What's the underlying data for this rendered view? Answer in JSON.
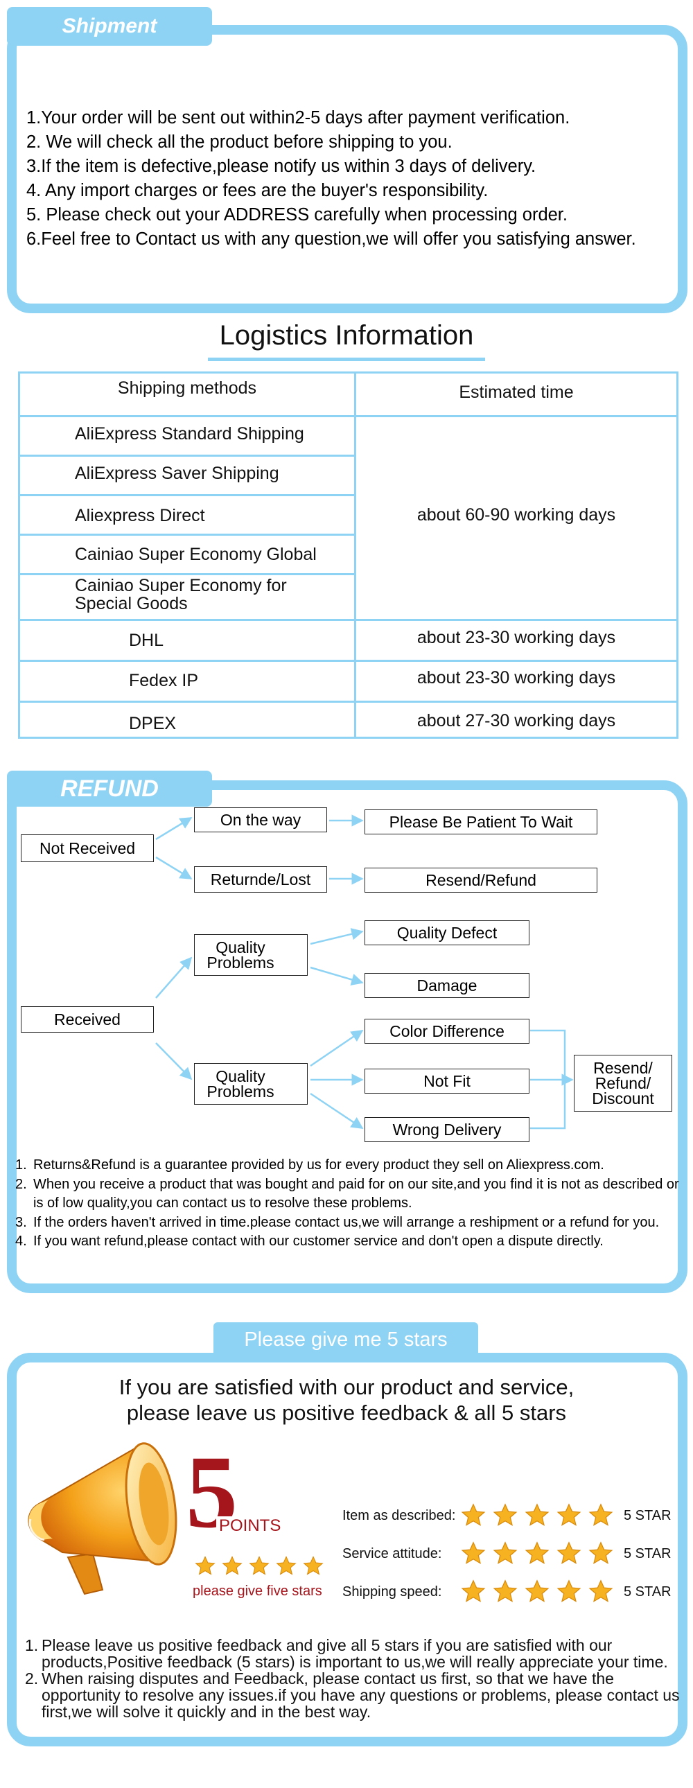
{
  "shipment": {
    "tab_label": "Shipment",
    "lines": [
      "1.Your order will be sent out within2-5 days after payment verification.",
      "2. We will check all the product before shipping to you.",
      "3.If the item is defective,please notify us within 3 days of delivery.",
      "4. Any import charges or fees are the buyer's responsibility.",
      "5. Please check out your ADDRESS carefully when processing order.",
      "6.Feel free to Contact us with any question,we will offer you satisfying answer."
    ]
  },
  "logistics": {
    "title": "Logistics Information",
    "headers": [
      "Shipping methods",
      "Estimated time"
    ],
    "grouped_methods": [
      "AliExpress Standard Shipping",
      "AliExpress Saver Shipping",
      "Aliexpress Direct",
      "Cainiao Super Economy Global",
      "Cainiao Super Economy for Special Goods"
    ],
    "grouped_time": "about 60-90 working days",
    "express": [
      {
        "method": "DHL",
        "time": "about 23-30 working days"
      },
      {
        "method": "Fedex IP",
        "time": "about 23-30 working days"
      },
      {
        "method": "DPEX",
        "time": "about 27-30 working days"
      }
    ]
  },
  "refund": {
    "tab_label": "REFUND",
    "not_received": "Not Received",
    "on_the_way": "On the way",
    "patient": "Please Be Patient To Wait",
    "returned_lost": "Returnde/Lost",
    "resend_refund": "Resend/Refund",
    "received": "Received",
    "quality_problems_1": "Quality Problems",
    "quality_defect": "Quality Defect",
    "damage": "Damage",
    "quality_problems_2": "Quality Problems",
    "color_difference": "Color Difference",
    "not_fit": "Not Fit",
    "wrong_delivery": "Wrong Delivery",
    "resolution": "Resend/ Refund/ Discount",
    "notes": [
      {
        "num": "1.",
        "text": "Returns&Refund is a guarantee provided by us for every product they sell on Aliexpress.com."
      },
      {
        "num": "2.",
        "text": "When you receive a product that was bought and paid for on our site,and you find it is not as described or is of low quality,you can contact us to resolve these problems."
      },
      {
        "num": "3.",
        "text": "If the orders haven't arrived in time.please contact us,we will arrange a reshipment or a refund for you."
      },
      {
        "num": "4.",
        "text": "If you want refund,please contact with our customer service and don't open a dispute directly."
      }
    ]
  },
  "feedback": {
    "tab_label": "Please give me  5 stars",
    "title_line1": "If you are satisfied with our product and service,",
    "title_line2": "please leave us positive feedback & all 5 stars",
    "points_number": "5",
    "points_label": "POINTS",
    "points_subtitle": "please give five stars",
    "ratings": [
      {
        "label": "Item as described:",
        "stars": 5,
        "value": "5 STAR"
      },
      {
        "label": "Service attitude:",
        "stars": 5,
        "value": "5 STAR"
      },
      {
        "label": "Shipping speed:",
        "stars": 5,
        "value": "5 STAR"
      }
    ],
    "notes": [
      {
        "num": "1.",
        "text": "Please leave us positive feedback and give all 5 stars if you are satisfied with our products,Positive feedback (5 stars) is important to us,we will really appreciate your time."
      },
      {
        "num": "2.",
        "text": "When raising disputes and Feedback, please contact us first, so that we have the opportunity to resolve any issues.if you have any questions or problems, please contact us first,we will solve it quickly and in the best way."
      }
    ]
  },
  "colors": {
    "accent": "#8fd3f4",
    "brand_red": "#a5151c",
    "star": "#f6b221"
  }
}
